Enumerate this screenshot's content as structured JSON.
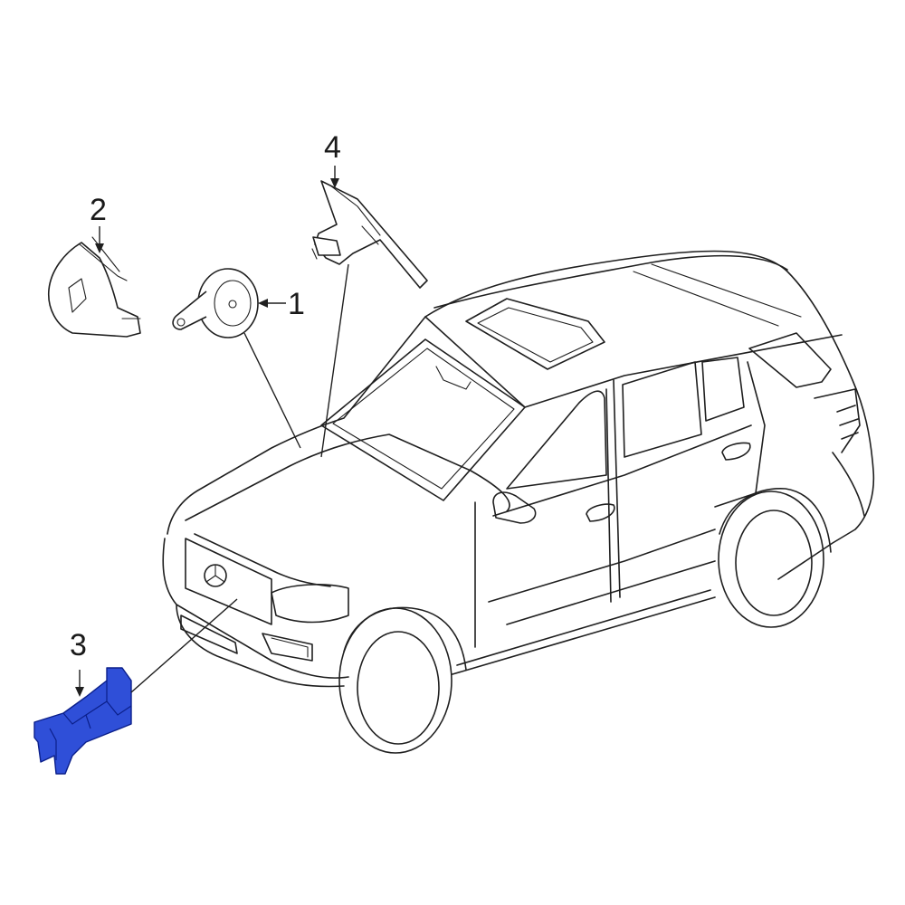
{
  "callouts": [
    {
      "id": "1",
      "label": "1"
    },
    {
      "id": "2",
      "label": "2"
    },
    {
      "id": "3",
      "label": "3"
    },
    {
      "id": "4",
      "label": "4"
    }
  ],
  "colors": {
    "line": "#1f1f1f",
    "highlight_part_fill": "#2f4fd8",
    "highlight_part_stroke": "#0b1f8a",
    "background": "#ffffff"
  },
  "highlighted_part": "3"
}
